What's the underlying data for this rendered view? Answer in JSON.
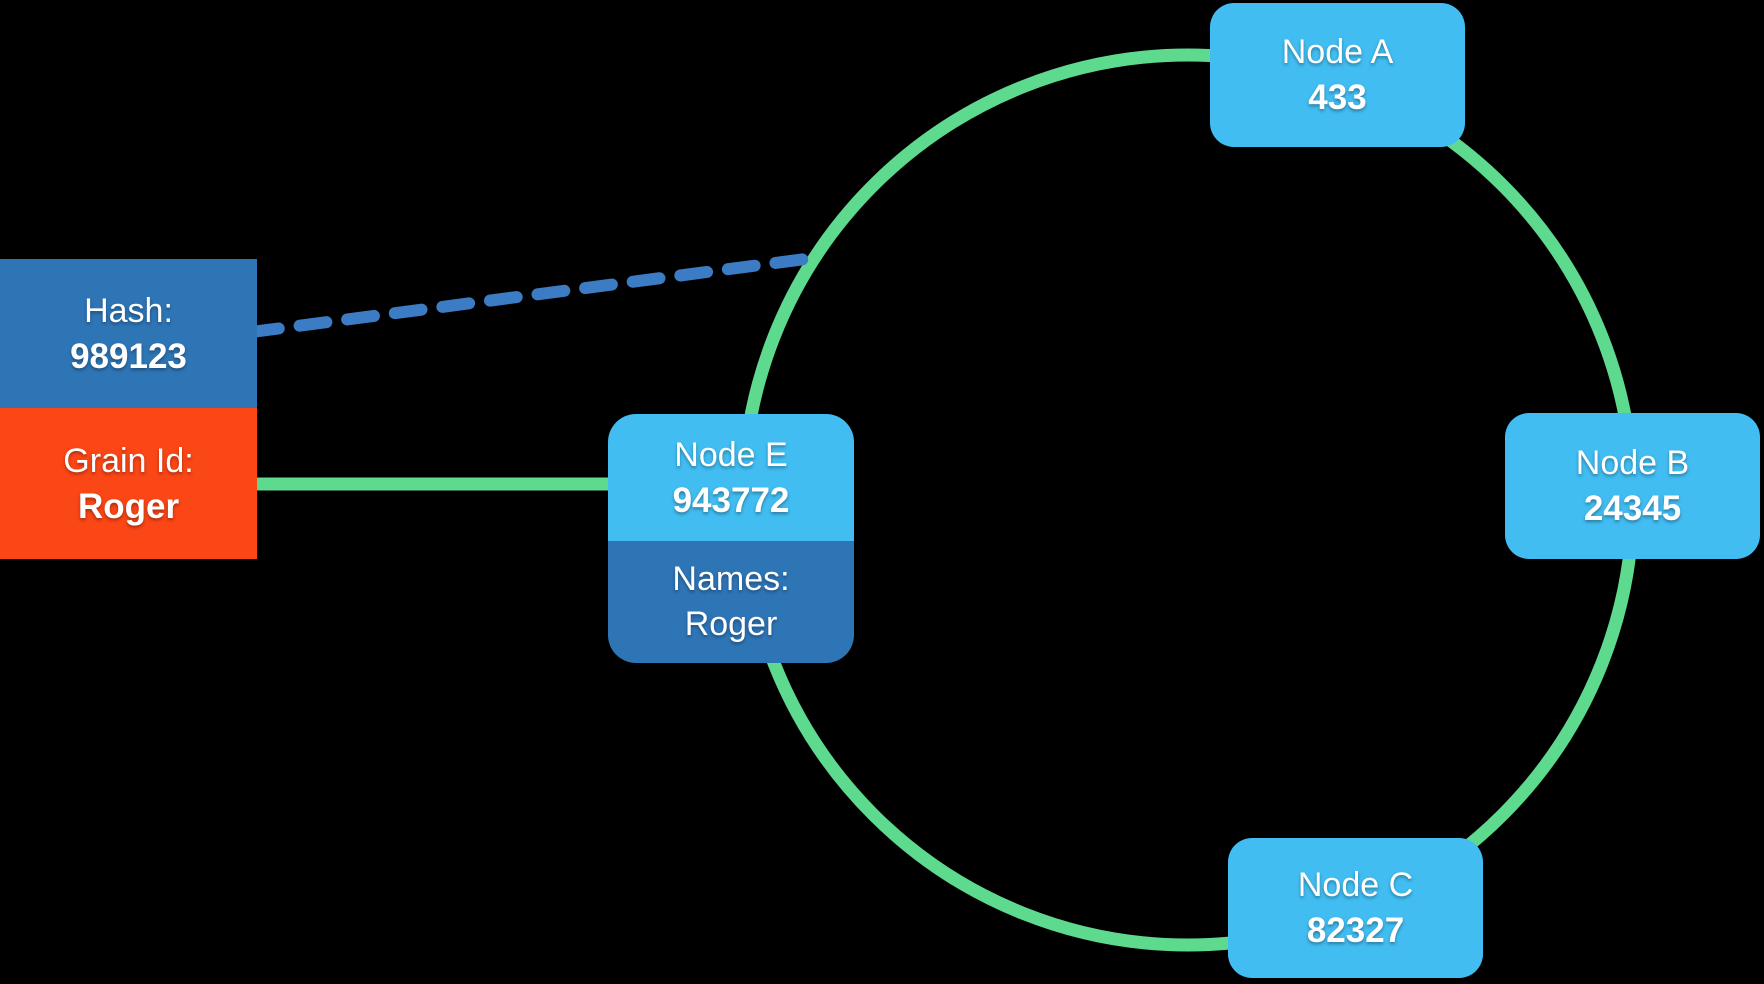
{
  "diagram": {
    "external": {
      "hash": {
        "label": "Hash:",
        "value": "989123"
      },
      "grain": {
        "label": "Grain Id:",
        "value": "Roger"
      }
    },
    "node_e": {
      "name": "Node E",
      "value": "943772",
      "names_label": "Names:",
      "names_value": "Roger"
    },
    "ring_nodes": {
      "a": {
        "name": "Node A",
        "value": "433"
      },
      "b": {
        "name": "Node B",
        "value": "24345"
      },
      "c": {
        "name": "Node C",
        "value": "82327"
      }
    },
    "colors": {
      "background": "#000000",
      "node_fill_light_blue": "#41BDF2",
      "dark_blue": "#2E75B6",
      "orange": "#FB4616",
      "ring_green": "#5DDA8E",
      "dashed_line_blue": "#3B7CC4",
      "text": "#FFFFFF"
    }
  }
}
